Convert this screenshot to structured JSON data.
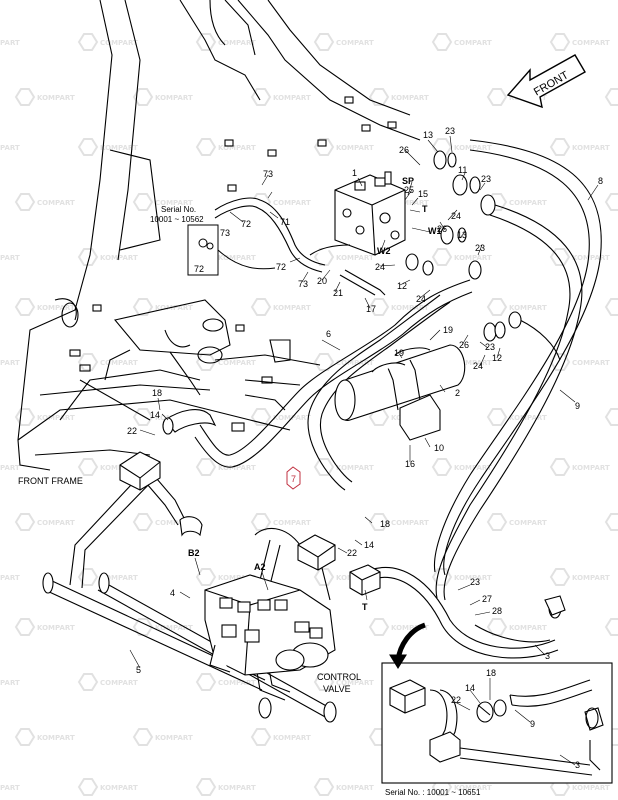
{
  "watermark": {
    "brand": "KOMPART",
    "brand_alt": "COMPART"
  },
  "labels": {
    "front_arrow": "FRONT",
    "front_frame": "FRONT FRAME",
    "control_valve_line1": "CONTROL",
    "control_valve_line2": "VALVE",
    "serial_top_line1": "Serial No.",
    "serial_top_line2": "10001 ~ 10562",
    "serial_bottom": "Serial No. : 10001 ~ 10651",
    "port_sp": "SP",
    "port_t_top": "T",
    "port_w1": "W1",
    "port_w2": "W2",
    "port_b2": "B2",
    "port_a2": "A2",
    "port_t_bottom": "T"
  },
  "callouts": [
    {
      "id": "c13a",
      "text": "13"
    },
    {
      "id": "c23a",
      "text": "23"
    },
    {
      "id": "c26a",
      "text": "26"
    },
    {
      "id": "c8",
      "text": "8"
    },
    {
      "id": "c11",
      "text": "11"
    },
    {
      "id": "c23b",
      "text": "23"
    },
    {
      "id": "c25",
      "text": "25"
    },
    {
      "id": "c15",
      "text": "15"
    },
    {
      "id": "c1",
      "text": "1"
    },
    {
      "id": "c24a",
      "text": "24"
    },
    {
      "id": "c26b",
      "text": "26"
    },
    {
      "id": "c13b",
      "text": "13"
    },
    {
      "id": "c23c",
      "text": "23"
    },
    {
      "id": "c73a",
      "text": "73"
    },
    {
      "id": "c73b",
      "text": "73"
    },
    {
      "id": "c72a",
      "text": "72"
    },
    {
      "id": "c71",
      "text": "71"
    },
    {
      "id": "c72b",
      "text": "72"
    },
    {
      "id": "c72c",
      "text": "72"
    },
    {
      "id": "c73c",
      "text": "73"
    },
    {
      "id": "c20",
      "text": "20"
    },
    {
      "id": "c21",
      "text": "21"
    },
    {
      "id": "c24b",
      "text": "24"
    },
    {
      "id": "c12a",
      "text": "12"
    },
    {
      "id": "c24c",
      "text": "24"
    },
    {
      "id": "c17",
      "text": "17"
    },
    {
      "id": "c6",
      "text": "6"
    },
    {
      "id": "c19a",
      "text": "19"
    },
    {
      "id": "c19b",
      "text": "19"
    },
    {
      "id": "c26c",
      "text": "26"
    },
    {
      "id": "c23d",
      "text": "23"
    },
    {
      "id": "c2",
      "text": "2"
    },
    {
      "id": "c24d",
      "text": "24"
    },
    {
      "id": "c12b",
      "text": "12"
    },
    {
      "id": "c9a",
      "text": "9"
    },
    {
      "id": "c18a",
      "text": "18"
    },
    {
      "id": "c14a",
      "text": "14"
    },
    {
      "id": "c22a",
      "text": "22"
    },
    {
      "id": "c10",
      "text": "10"
    },
    {
      "id": "c16",
      "text": "16"
    },
    {
      "id": "c18b",
      "text": "18"
    },
    {
      "id": "c22b",
      "text": "22"
    },
    {
      "id": "c14b",
      "text": "14"
    },
    {
      "id": "c4",
      "text": "4"
    },
    {
      "id": "c5",
      "text": "5"
    },
    {
      "id": "c23e",
      "text": "23"
    },
    {
      "id": "c27",
      "text": "27"
    },
    {
      "id": "c28",
      "text": "28"
    },
    {
      "id": "c3a",
      "text": "3"
    },
    {
      "id": "c18c",
      "text": "18"
    },
    {
      "id": "c14c",
      "text": "14"
    },
    {
      "id": "c22c",
      "text": "22"
    },
    {
      "id": "c9b",
      "text": "9"
    },
    {
      "id": "c3b",
      "text": "3"
    }
  ],
  "highlight_callout": {
    "text": "7",
    "color": "#c03040"
  },
  "colors": {
    "line": "#000000",
    "watermark": "#c9c9c9"
  }
}
